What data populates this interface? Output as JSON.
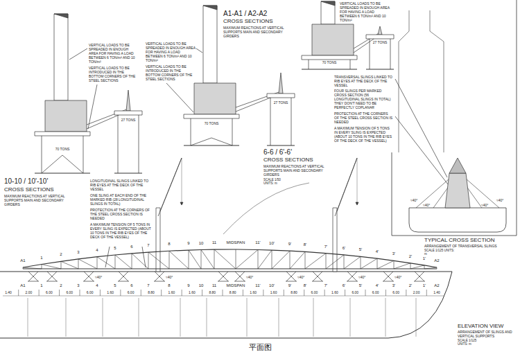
{
  "diagram": {
    "caption": "平面图",
    "labels": [
      "VERTICAL LOADS TO BE SPREADED IN ENOUGH AREA FOR HAVING A LOAD BETWEEN 6 TON/m² AND 10 TON/m²",
      "VERTICAL LOADS TO BE INTRODUCED IN THE BOTTOM CORNERS OF THE STEEL SECTIONS",
      "70 TONS",
      "27 TONS",
      "10-10 / 10'-10'",
      "CROSS SECTIONS",
      "MAXIMUM REACTIONS AT VERTICAL SUPPORTS MAIN AND SECONDARY GIRDERS",
      "A1-A1 / A2-A2",
      "CROSS SECTIONS",
      "MAXIMUM REACTIONS AT VERTICAL SUPPORTS MAIN AND SECONDARY GIRDERS",
      "VERTICAL LOADS TO BE SPREADED IN ENOUGH AREA FOR HAVING A LOAD BETWEEN 6 TON/m² AND 10 TON/m²",
      "VERTICAL LOADS TO BE INTRODUCED IN THE BOTTOM CORNERS OF THE STEEL SECTIONS",
      "70 TONS",
      "27 TONS",
      "VERTICAL LOADS TO BE SPREADED IN ENOUGH AREA FOR HAVING A LOAD BETWEEN 6 TON/m² AND 10 TON/m²",
      "70 TONS",
      "27 TONS",
      "6-6 / 6'-6'",
      "CROSS SECTIONS",
      "MAXIMUM REACTIONS AT VERTICAL SUPPORTS MAIN AND SECONDARY GIRDERS",
      "SCALE 1/50 UNITS: m",
      "TRANSVERSAL SLINGS LINKED TO RIB EYES AT THE DECK OF THE VESSEL",
      "FOUR SLINGS PER MARKED CROSS SECTION (56 LONGITUDINAL SLINGS IN TOTAL) THEY DON'T NEED TO BE PERFECTLY COPLANAR",
      "PROTECTION AT THE CORNERS OF THE STEEL CROSS SECTION IS NEEDED",
      "A MAXIMUM TENSION OF 5 TONS IN EVERY SLING IS EXPECTED (ABOUT 10 TONS IN THE RIB EYES OF THE DECK OF THE VESSEL)",
      "≈40°",
      "≈40°",
      "≈40°",
      "≈40°",
      "TYPICAL CROSS SECTION",
      "ARRANGEMENT OF TRANSVERSAL SLINGS",
      "SCALE 1/125 UNITS: m",
      "LONGITUDINAL SLINGS LINKED TO RIB EYES AT THE DECK OF THE VESSEL",
      "ONE SLING AT EACH END OF THE MARKED RIB (28 LONGITUDINAL SLINGS IN TOTAL)",
      "PROTECTION AT THE CORNERS OF THE STEEL CROSS SECTION IS NEEDED",
      "A MAXIMUM TENSION OF 5 TONS IN EVERY SLING IS EXPECTED (ABOUT 10 TONS IN THE RIB EYES OF THE DECK OF THE VESSEL)",
      "A1",
      "1",
      "2",
      "3",
      "4",
      "5",
      "6",
      "7",
      "8",
      "9",
      "10",
      "11",
      "MIDSPAN",
      "11'",
      "10'",
      "9'",
      "8'",
      "7'",
      "6'",
      "5'",
      "4'",
      "3'",
      "2'",
      "1'",
      "A2",
      "A1",
      "1",
      "2",
      "3",
      "4",
      "5",
      "6",
      "7",
      "8",
      "9",
      "10",
      "11",
      "MIDSPAN",
      "11'",
      "10'",
      "9'",
      "8'",
      "7'",
      "6'",
      "5'",
      "4'",
      "3'",
      "2'",
      "1'",
      "A2",
      "≈40°",
      "≈40°",
      "≈40°",
      "≈40°",
      "≈40°",
      "≈40°",
      "1.40",
      "2.00",
      "6.00",
      "6.00",
      "6.00",
      "1.60",
      "6.00",
      "8.80",
      "1.60",
      "1.60",
      "8.80",
      "8.80",
      "1.60",
      "1.60",
      "8.80",
      "6.00",
      "1.60",
      "6.00",
      "6.00",
      "6.00",
      "2.00",
      "1.40",
      "ELEVATION VIEW",
      "ARRANGEMENT OF SLINGS AND VERTICAL SUPPORTS",
      "SCALE 1/125 UNITS: m"
    ]
  }
}
